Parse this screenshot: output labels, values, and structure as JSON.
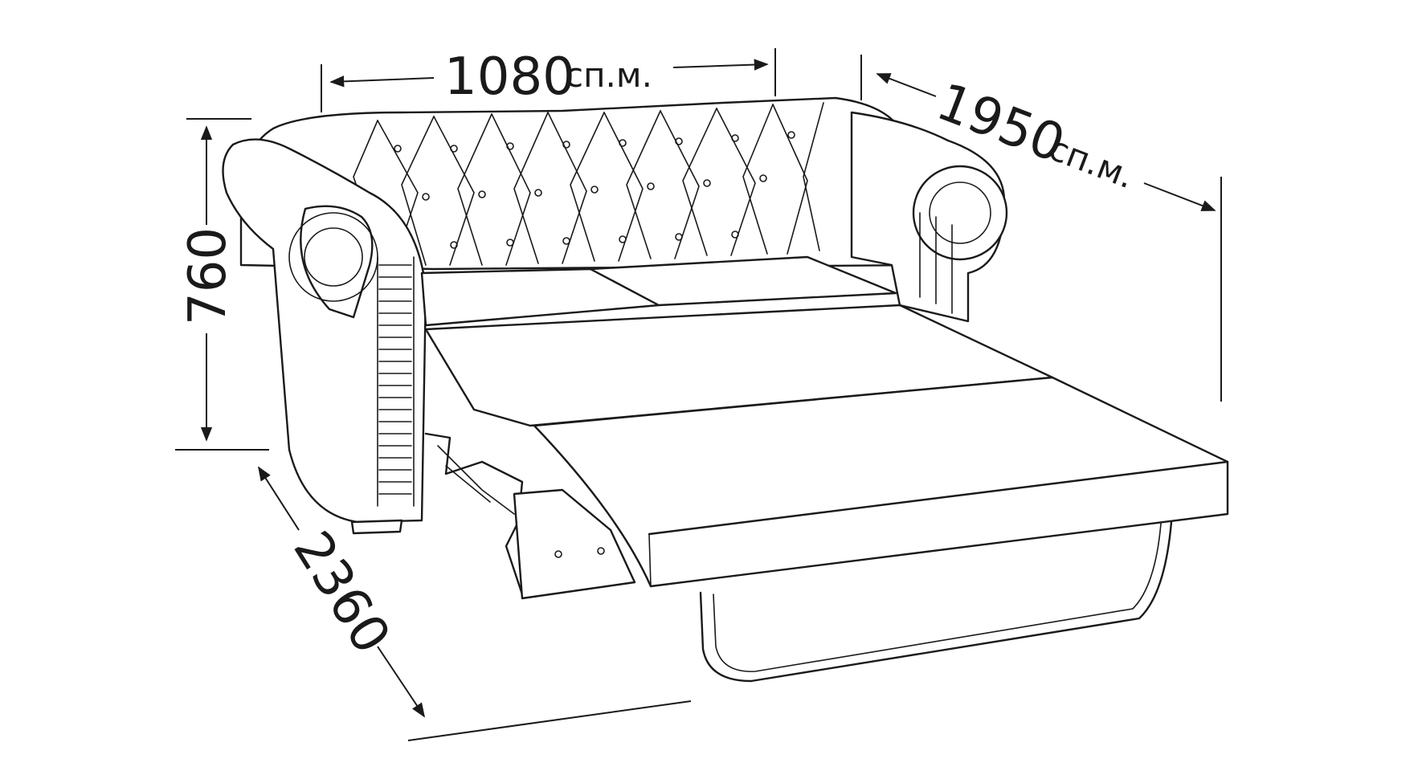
{
  "dimensions": {
    "width_label": "1080",
    "width_suffix": "сп.м.",
    "length_label": "1950",
    "length_suffix": "сп.м.",
    "height_label": "760",
    "depth_label": "2360"
  },
  "line_color": "#1a1a1a",
  "background": "#ffffff"
}
